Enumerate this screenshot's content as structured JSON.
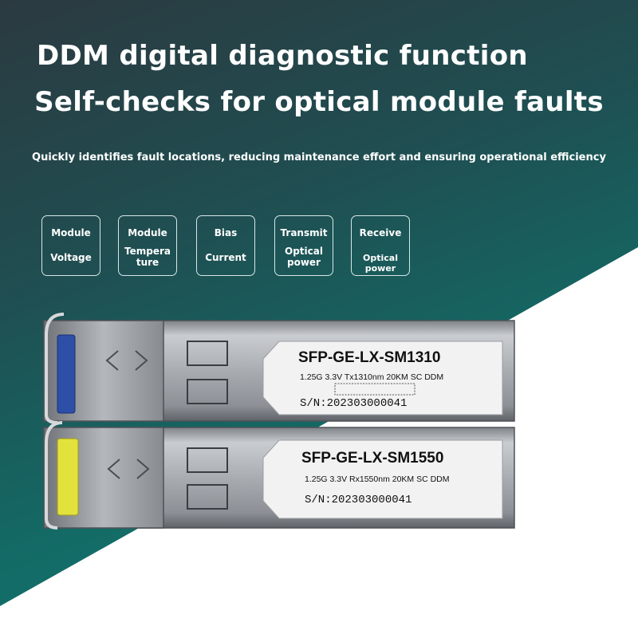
{
  "headline": {
    "line1": "DDM digital diagnostic function",
    "line2": "Self-checks for optical module faults"
  },
  "subtitle": "Quickly identifies fault locations, reducing maintenance effort and ensuring operational efficiency",
  "cards": [
    {
      "line1": "Module",
      "line2": "Voltage"
    },
    {
      "line1": "Module",
      "line2a": "Tempera",
      "line2b": "ture"
    },
    {
      "line1": "Bias",
      "line2": "Current"
    },
    {
      "line1": "Transmit",
      "line2a": "Optical",
      "line2b": "power"
    },
    {
      "line1": "Receive",
      "line2": "Optical power"
    }
  ],
  "modules": [
    {
      "model": "SFP-GE-LX-SM1310",
      "spec": "1.25G 3.3V Tx1310nm 20KM SC DDM",
      "serial": "S/N:202303000041",
      "latch_color": "#2d4fa8"
    },
    {
      "model": "SFP-GE-LX-SM1550",
      "spec": "1.25G 3.3V Rx1550nm 20KM SC DDM",
      "serial": "S/N:202303000041",
      "latch_color": "#e2e23c"
    }
  ],
  "colors": {
    "background_dark": "#1f4f52",
    "background_teal": "#0f7a72",
    "wedge": "#ffffff",
    "text": "#ffffff"
  }
}
